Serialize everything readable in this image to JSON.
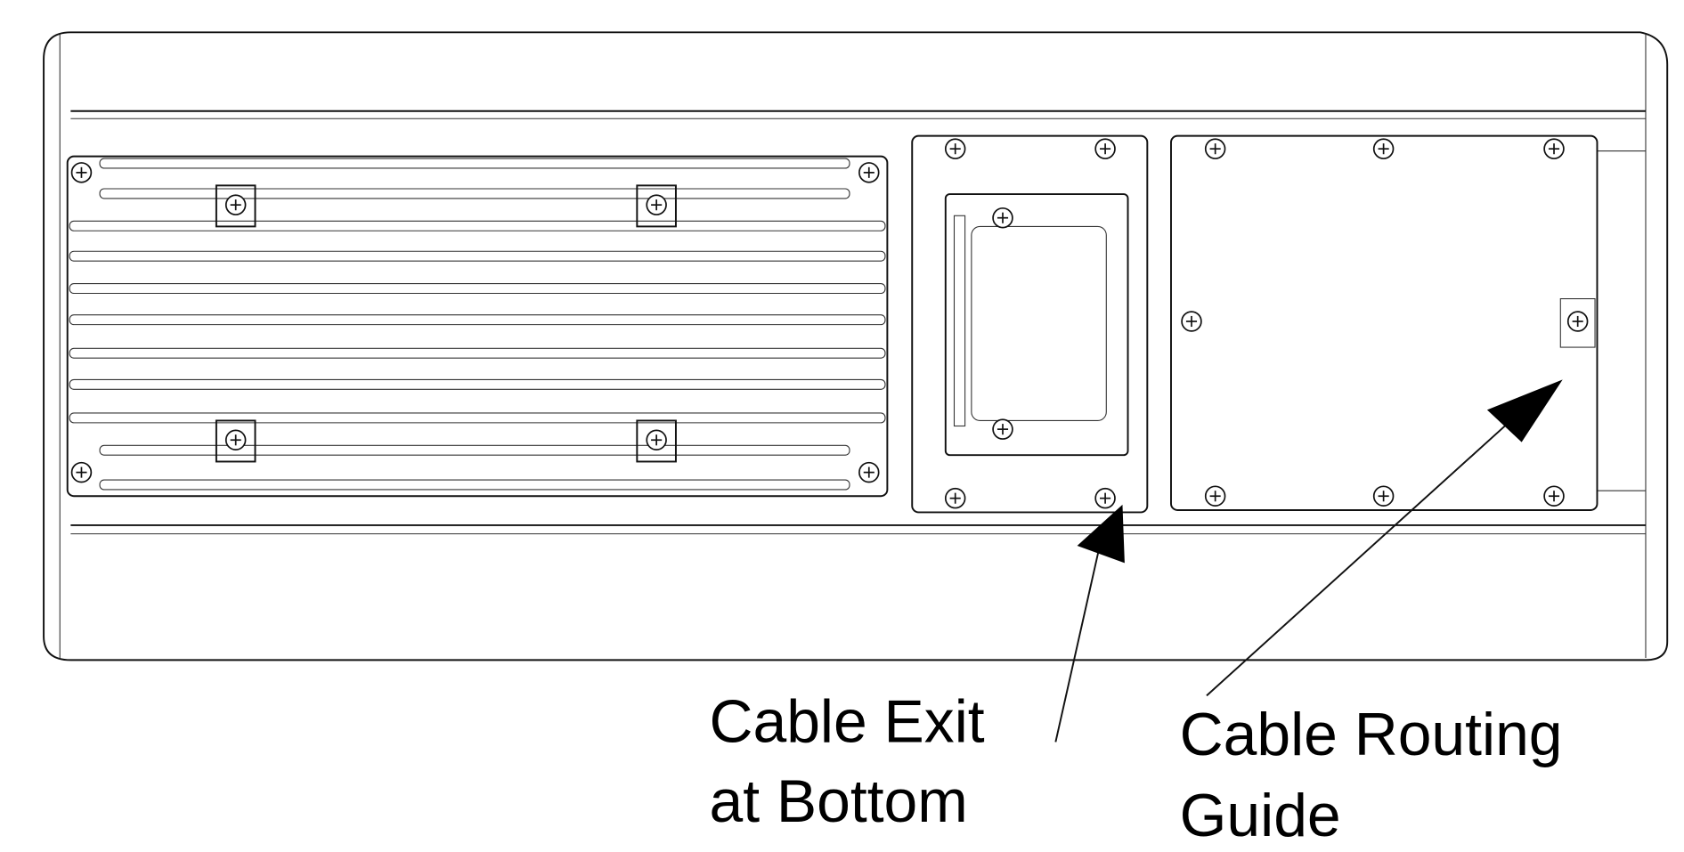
{
  "labels": {
    "cable_exit": {
      "line1": "Cable Exit",
      "line2": "at Bottom"
    },
    "cable_routing": {
      "line1": "Cable Routing",
      "line2": "Guide"
    }
  },
  "colors": {
    "line": "#111111",
    "background": "#ffffff"
  }
}
